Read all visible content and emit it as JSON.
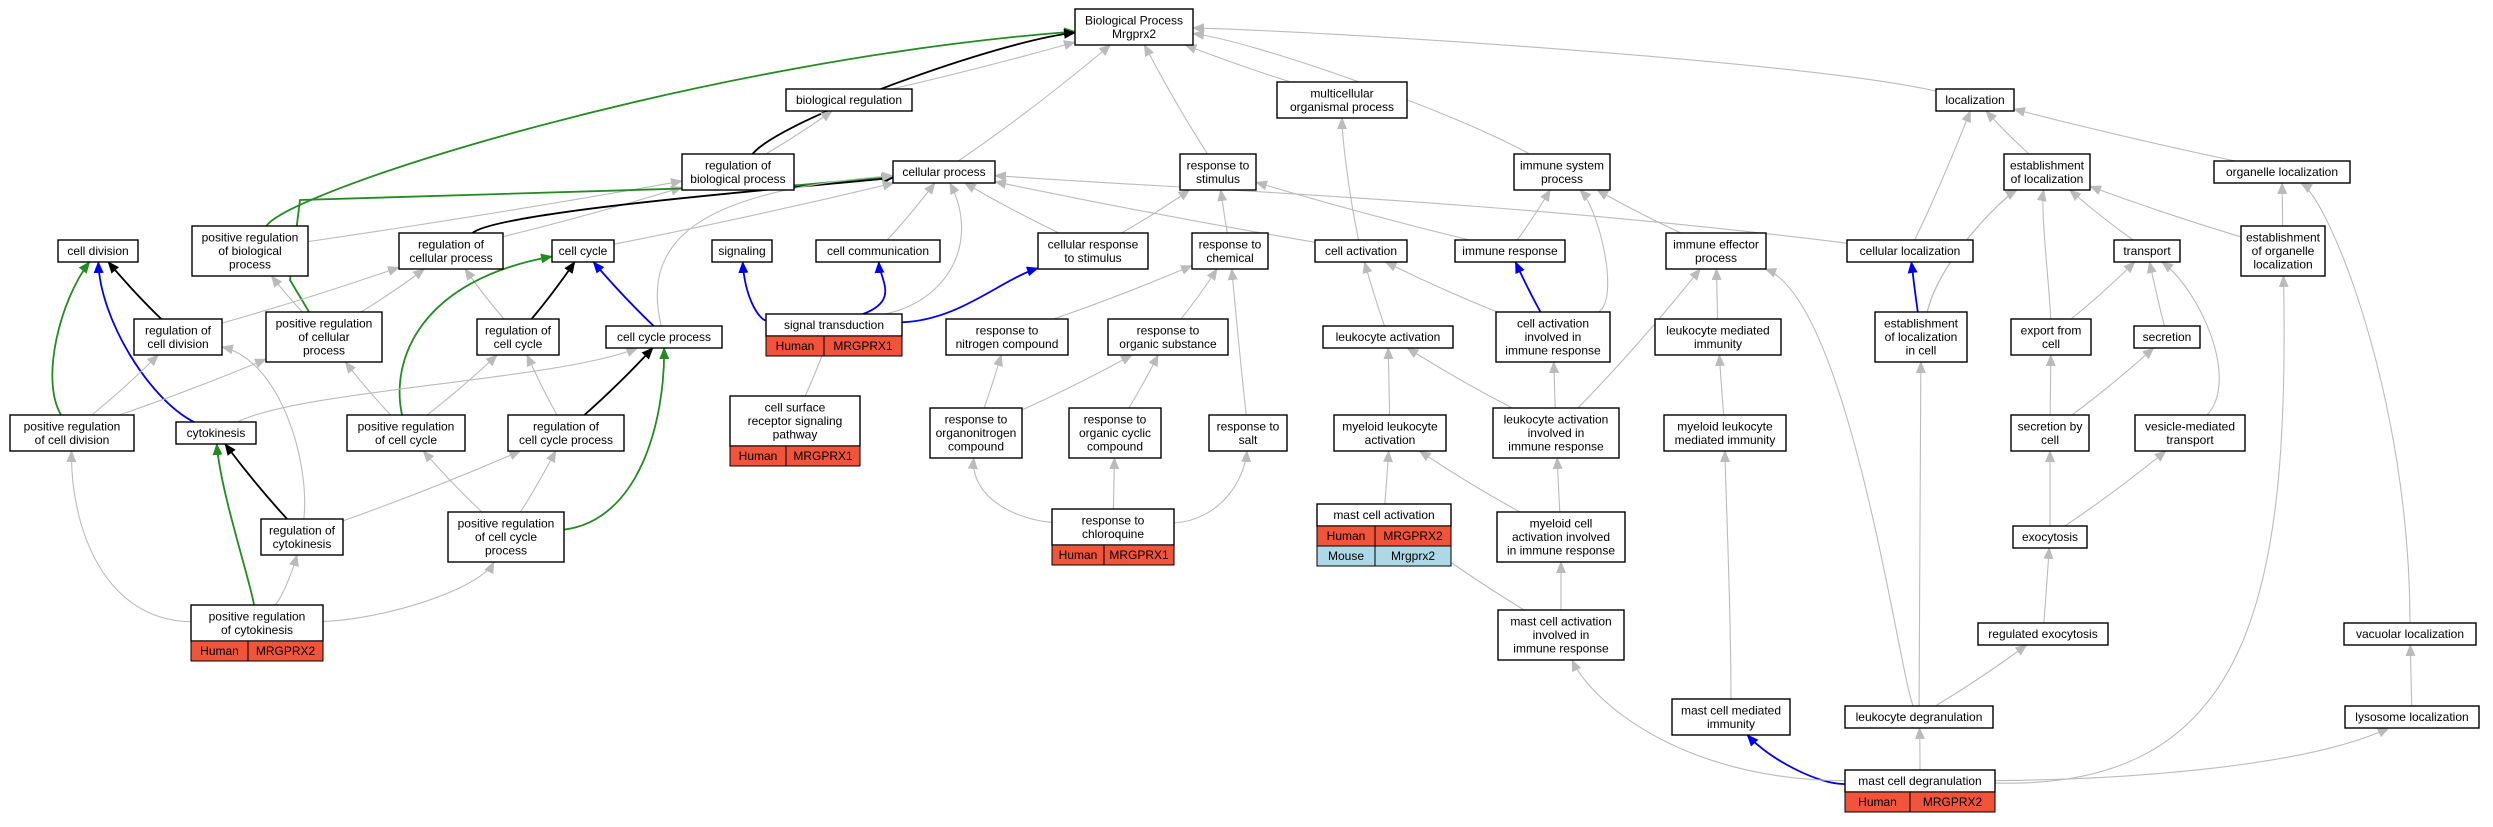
{
  "colors": {
    "edge_default": "#bbbbbb",
    "edge_black": "#000000",
    "edge_green": "#228b22",
    "edge_blue": "#0000ee",
    "human_fill": "#f0553c",
    "mouse_fill": "#add8e6"
  },
  "nodes": [
    {
      "id": "bp",
      "label": "Biological Process\nMrgprx2"
    },
    {
      "id": "bioreg",
      "label": "biological regulation"
    },
    {
      "id": "multi",
      "label": "multicellular\norganismal process"
    },
    {
      "id": "loc",
      "label": "localization"
    },
    {
      "id": "regbp",
      "label": "regulation of\nbiological process"
    },
    {
      "id": "cellproc",
      "label": "cellular process"
    },
    {
      "id": "respstim",
      "label": "response to\nstimulus"
    },
    {
      "id": "immsys",
      "label": "immune system\nprocess"
    },
    {
      "id": "estloc",
      "label": "establishment\nof localization"
    },
    {
      "id": "orgloc",
      "label": "organelle localization"
    },
    {
      "id": "celldiv",
      "label": "cell division"
    },
    {
      "id": "posregbp",
      "label": "positive regulation\nof biological\nprocess"
    },
    {
      "id": "regcp",
      "label": "regulation of\ncellular process"
    },
    {
      "id": "cellcycle",
      "label": "cell cycle"
    },
    {
      "id": "signaling",
      "label": "signaling"
    },
    {
      "id": "cellcomm",
      "label": "cell communication"
    },
    {
      "id": "cellresp",
      "label": "cellular response\nto stimulus"
    },
    {
      "id": "respchem",
      "label": "response to\nchemical"
    },
    {
      "id": "cellact",
      "label": "cell activation"
    },
    {
      "id": "immresp",
      "label": "immune response"
    },
    {
      "id": "immeff",
      "label": "immune effector\nprocess"
    },
    {
      "id": "cellloc",
      "label": "cellular localization"
    },
    {
      "id": "transport",
      "label": "transport"
    },
    {
      "id": "estorgloc",
      "label": "establishment\nof organelle\nlocalization"
    },
    {
      "id": "regcd",
      "label": "regulation of\ncell division"
    },
    {
      "id": "posregcp",
      "label": "positive regulation\nof cellular\nprocess"
    },
    {
      "id": "regcc",
      "label": "regulation of\ncell cycle"
    },
    {
      "id": "ccproc",
      "label": "cell cycle process"
    },
    {
      "id": "sigtrans",
      "label": "signal transduction"
    },
    {
      "id": "respnitro",
      "label": "response to\nnitrogen compound"
    },
    {
      "id": "resporg",
      "label": "response to\norganic substance"
    },
    {
      "id": "leukact",
      "label": "leukocyte activation"
    },
    {
      "id": "cellactimm",
      "label": "cell activation\ninvolved in\nimmune response"
    },
    {
      "id": "leukmed",
      "label": "leukocyte mediated\nimmunity"
    },
    {
      "id": "estlocc",
      "label": "establishment\nof localization\nin cell"
    },
    {
      "id": "export",
      "label": "export from\ncell"
    },
    {
      "id": "secretion",
      "label": "secretion"
    },
    {
      "id": "posregcd",
      "label": "positive regulation\nof cell division"
    },
    {
      "id": "cytokinesis",
      "label": "cytokinesis"
    },
    {
      "id": "posregcc",
      "label": "positive regulation\nof cell cycle"
    },
    {
      "id": "regccp",
      "label": "regulation of\ncell cycle process"
    },
    {
      "id": "csrsp",
      "label": "cell surface\nreceptor signaling\npathway"
    },
    {
      "id": "resporgnitro",
      "label": "response to\norganonitrogen\ncompound"
    },
    {
      "id": "resporgcyc",
      "label": "response to\norganic cyclic\ncompound"
    },
    {
      "id": "respsalt",
      "label": "response to\nsalt"
    },
    {
      "id": "myeleuk",
      "label": "myeloid leukocyte\nactivation"
    },
    {
      "id": "leukactimm",
      "label": "leukocyte activation\ninvolved in\nimmune response"
    },
    {
      "id": "myeleukmed",
      "label": "myeloid leukocyte\nmediated immunity"
    },
    {
      "id": "secbycell",
      "label": "secretion by\ncell"
    },
    {
      "id": "vesmed",
      "label": "vesicle-mediated\ntransport"
    },
    {
      "id": "regcyto",
      "label": "regulation of\ncytokinesis"
    },
    {
      "id": "posregccp",
      "label": "positive regulation\nof cell cycle\nprocess"
    },
    {
      "id": "respchloro",
      "label": "response to\nchloroquine"
    },
    {
      "id": "mastact",
      "label": "mast cell activation"
    },
    {
      "id": "myelcellact",
      "label": "myeloid cell\nactivation involved\nin immune response"
    },
    {
      "id": "exocytosis",
      "label": "exocytosis"
    },
    {
      "id": "posregcyto",
      "label": "positive regulation\nof cytokinesis"
    },
    {
      "id": "mastactimm",
      "label": "mast cell activation\ninvolved in\nimmune response"
    },
    {
      "id": "regexo",
      "label": "regulated exocytosis"
    },
    {
      "id": "vacloc",
      "label": "vacuolar localization"
    },
    {
      "id": "mastmed",
      "label": "mast cell mediated\nimmunity"
    },
    {
      "id": "leukdegran",
      "label": "leukocyte degranulation"
    },
    {
      "id": "lysoloc",
      "label": "lysosome localization"
    },
    {
      "id": "mastdegran",
      "label": "mast cell degranulation"
    }
  ],
  "annotations": [
    {
      "node": "sigtrans",
      "rows": [
        {
          "species": "Human",
          "gene": "MRGPRX1"
        }
      ]
    },
    {
      "node": "csrsp",
      "rows": [
        {
          "species": "Human",
          "gene": "MRGPRX1"
        }
      ]
    },
    {
      "node": "respchloro",
      "rows": [
        {
          "species": "Human",
          "gene": "MRGPRX1"
        }
      ]
    },
    {
      "node": "mastact",
      "rows": [
        {
          "species": "Human",
          "gene": "MRGPRX2"
        },
        {
          "species": "Mouse",
          "gene": "Mrgprx2"
        }
      ]
    },
    {
      "node": "posregcyto",
      "rows": [
        {
          "species": "Human",
          "gene": "MRGPRX2"
        }
      ]
    },
    {
      "node": "mastdegran",
      "rows": [
        {
          "species": "Human",
          "gene": "MRGPRX2"
        }
      ]
    }
  ],
  "edges": [
    {
      "from": "posregbp",
      "to": "bp",
      "kind": "green"
    },
    {
      "from": "regbp",
      "to": "bp",
      "kind": "black"
    },
    {
      "from": "bioreg",
      "to": "bp",
      "kind": "default"
    },
    {
      "from": "cellproc",
      "to": "bp",
      "kind": "default"
    },
    {
      "from": "respstim",
      "to": "bp",
      "kind": "default"
    },
    {
      "from": "multi",
      "to": "bp",
      "kind": "default"
    },
    {
      "from": "immsys",
      "to": "bp",
      "kind": "default"
    },
    {
      "from": "loc",
      "to": "bp",
      "kind": "default"
    },
    {
      "from": "regbp",
      "to": "bioreg",
      "kind": "default"
    },
    {
      "from": "estloc",
      "to": "loc",
      "kind": "default"
    },
    {
      "from": "orgloc",
      "to": "loc",
      "kind": "default"
    },
    {
      "from": "cellloc",
      "to": "loc",
      "kind": "default"
    },
    {
      "from": "posregbp",
      "to": "regbp",
      "kind": "default"
    },
    {
      "from": "regcp",
      "to": "regbp",
      "kind": "default"
    },
    {
      "from": "posregcp",
      "to": "cellproc",
      "kind": "green"
    },
    {
      "from": "regcp",
      "to": "cellproc",
      "kind": "black"
    },
    {
      "from": "cellcycle",
      "to": "cellproc",
      "kind": "default"
    },
    {
      "from": "cellcomm",
      "to": "cellproc",
      "kind": "default"
    },
    {
      "from": "cellresp",
      "to": "cellproc",
      "kind": "default"
    },
    {
      "from": "sigtrans",
      "to": "cellproc",
      "kind": "default"
    },
    {
      "from": "cellact",
      "to": "cellproc",
      "kind": "default"
    },
    {
      "from": "cellloc",
      "to": "cellproc",
      "kind": "default"
    },
    {
      "from": "ccproc",
      "to": "cellproc",
      "kind": "default"
    },
    {
      "from": "cellresp",
      "to": "respstim",
      "kind": "default"
    },
    {
      "from": "respchem",
      "to": "respstim",
      "kind": "default"
    },
    {
      "from": "immresp",
      "to": "respstim",
      "kind": "default"
    },
    {
      "from": "cellact",
      "to": "multi",
      "kind": "default"
    },
    {
      "from": "immresp",
      "to": "immsys",
      "kind": "default"
    },
    {
      "from": "immeff",
      "to": "immsys",
      "kind": "default"
    },
    {
      "from": "cellactimm",
      "to": "immsys",
      "kind": "default"
    },
    {
      "from": "transport",
      "to": "estloc",
      "kind": "default"
    },
    {
      "from": "estlocc",
      "to": "estloc",
      "kind": "default"
    },
    {
      "from": "estorgloc",
      "to": "estloc",
      "kind": "default"
    },
    {
      "from": "estorgloc",
      "to": "orgloc",
      "kind": "default"
    },
    {
      "from": "vacloc",
      "to": "orgloc",
      "kind": "default"
    },
    {
      "from": "regcd",
      "to": "celldiv",
      "kind": "black"
    },
    {
      "from": "cytokinesis",
      "to": "celldiv",
      "kind": "blue"
    },
    {
      "from": "posregcd",
      "to": "celldiv",
      "kind": "green"
    },
    {
      "from": "posregcp",
      "to": "posregbp",
      "kind": "default"
    },
    {
      "from": "regcd",
      "to": "regcp",
      "kind": "default"
    },
    {
      "from": "posregcp",
      "to": "regcp",
      "kind": "default"
    },
    {
      "from": "regcc",
      "to": "regcp",
      "kind": "default"
    },
    {
      "from": "regcc",
      "to": "cellcycle",
      "kind": "black"
    },
    {
      "from": "ccproc",
      "to": "cellcycle",
      "kind": "blue"
    },
    {
      "from": "posregcc",
      "to": "cellcycle",
      "kind": "green"
    },
    {
      "from": "sigtrans",
      "to": "signaling",
      "kind": "blue"
    },
    {
      "from": "sigtrans",
      "to": "cellcomm",
      "kind": "blue"
    },
    {
      "from": "sigtrans",
      "to": "cellresp",
      "kind": "blue"
    },
    {
      "from": "respnitro",
      "to": "respchem",
      "kind": "default"
    },
    {
      "from": "resporg",
      "to": "respchem",
      "kind": "default"
    },
    {
      "from": "respsalt",
      "to": "respchem",
      "kind": "default"
    },
    {
      "from": "leukact",
      "to": "cellact",
      "kind": "default"
    },
    {
      "from": "cellactimm",
      "to": "cellact",
      "kind": "default"
    },
    {
      "from": "cellactimm",
      "to": "immresp",
      "kind": "blue"
    },
    {
      "from": "leukmed",
      "to": "immeff",
      "kind": "default"
    },
    {
      "from": "leukactimm",
      "to": "immeff",
      "kind": "default"
    },
    {
      "from": "leukdegran",
      "to": "immeff",
      "kind": "default"
    },
    {
      "from": "estlocc",
      "to": "cellloc",
      "kind": "blue"
    },
    {
      "from": "export",
      "to": "transport",
      "kind": "default"
    },
    {
      "from": "secretion",
      "to": "transport",
      "kind": "default"
    },
    {
      "from": "vesmed",
      "to": "transport",
      "kind": "default"
    },
    {
      "from": "export",
      "to": "estloc",
      "kind": "default"
    },
    {
      "from": "lysoloc",
      "to": "vacloc",
      "kind": "default"
    },
    {
      "from": "posregcd",
      "to": "regcd",
      "kind": "default"
    },
    {
      "from": "regcyto",
      "to": "regcd",
      "kind": "default"
    },
    {
      "from": "posregcd",
      "to": "posregcp",
      "kind": "default"
    },
    {
      "from": "posregcc",
      "to": "posregcp",
      "kind": "default"
    },
    {
      "from": "posregcc",
      "to": "regcc",
      "kind": "default"
    },
    {
      "from": "regccp",
      "to": "regcc",
      "kind": "default"
    },
    {
      "from": "regccp",
      "to": "ccproc",
      "kind": "black"
    },
    {
      "from": "posregccp",
      "to": "ccproc",
      "kind": "green"
    },
    {
      "from": "cytokinesis",
      "to": "ccproc",
      "kind": "default"
    },
    {
      "from": "csrsp",
      "to": "sigtrans",
      "kind": "default"
    },
    {
      "from": "resporgnitro",
      "to": "respnitro",
      "kind": "default"
    },
    {
      "from": "resporgnitro",
      "to": "resporg",
      "kind": "default"
    },
    {
      "from": "resporgcyc",
      "to": "resporg",
      "kind": "default"
    },
    {
      "from": "myeleuk",
      "to": "leukact",
      "kind": "default"
    },
    {
      "from": "leukactimm",
      "to": "leukact",
      "kind": "default"
    },
    {
      "from": "leukactimm",
      "to": "cellactimm",
      "kind": "default"
    },
    {
      "from": "myeleukmed",
      "to": "leukmed",
      "kind": "default"
    },
    {
      "from": "estlocc",
      "to": "estloc",
      "kind": "default"
    },
    {
      "from": "secbycell",
      "to": "export",
      "kind": "default"
    },
    {
      "from": "secbycell",
      "to": "secretion",
      "kind": "default"
    },
    {
      "from": "regcyto",
      "to": "cytokinesis",
      "kind": "black"
    },
    {
      "from": "posregcyto",
      "to": "cytokinesis",
      "kind": "green"
    },
    {
      "from": "posregccp",
      "to": "regccp",
      "kind": "default"
    },
    {
      "from": "posregccp",
      "to": "posregcc",
      "kind": "default"
    },
    {
      "from": "regcyto",
      "to": "regccp",
      "kind": "default"
    },
    {
      "from": "respchloro",
      "to": "resporgnitro",
      "kind": "default"
    },
    {
      "from": "respchloro",
      "to": "resporgcyc",
      "kind": "default"
    },
    {
      "from": "respchloro",
      "to": "respsalt",
      "kind": "default"
    },
    {
      "from": "mastact",
      "to": "myeleuk",
      "kind": "default"
    },
    {
      "from": "myelcellact",
      "to": "myeleuk",
      "kind": "default"
    },
    {
      "from": "myelcellact",
      "to": "leukactimm",
      "kind": "default"
    },
    {
      "from": "exocytosis",
      "to": "secbycell",
      "kind": "default"
    },
    {
      "from": "exocytosis",
      "to": "vesmed",
      "kind": "default"
    },
    {
      "from": "posregcyto",
      "to": "regcyto",
      "kind": "default"
    },
    {
      "from": "posregcyto",
      "to": "posregcd",
      "kind": "default"
    },
    {
      "from": "posregcyto",
      "to": "posregccp",
      "kind": "default"
    },
    {
      "from": "mastactimm",
      "to": "mastact",
      "kind": "default"
    },
    {
      "from": "mastactimm",
      "to": "myelcellact",
      "kind": "default"
    },
    {
      "from": "regexo",
      "to": "exocytosis",
      "kind": "default"
    },
    {
      "from": "mastdegran",
      "to": "mastmed",
      "kind": "blue"
    },
    {
      "from": "mastdegran",
      "to": "mastactimm",
      "kind": "default"
    },
    {
      "from": "mastdegran",
      "to": "leukdegran",
      "kind": "default"
    },
    {
      "from": "mastdegran",
      "to": "lysoloc",
      "kind": "default"
    },
    {
      "from": "mastdegran",
      "to": "estorgloc",
      "kind": "default"
    },
    {
      "from": "mastmed",
      "to": "myeleukmed",
      "kind": "default"
    },
    {
      "from": "leukdegran",
      "to": "regexo",
      "kind": "default"
    },
    {
      "from": "leukdegran",
      "to": "estlocc",
      "kind": "default"
    }
  ]
}
